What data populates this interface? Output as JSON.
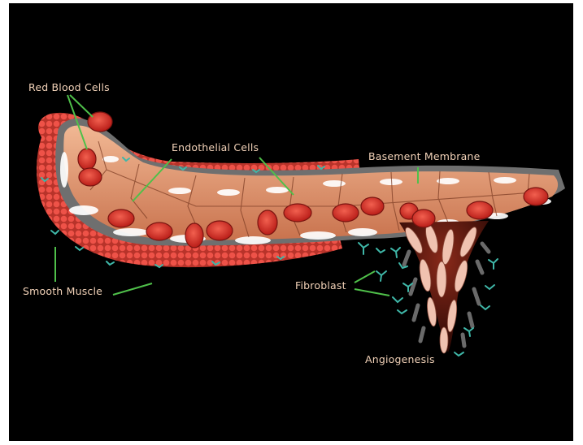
{
  "labels": {
    "red_blood_cells": "Red Blood Cells",
    "endothelial_cells": "Endothelial Cells",
    "basement_membrane": "Basement Membrane",
    "smooth_muscle": "Smooth Muscle",
    "fibroblast": "Fibroblast",
    "angiogenesis": "Angiogenesis"
  },
  "colors": {
    "background": "#000000",
    "label_text": "#f2d2b8",
    "leader_line": "#4fc04a",
    "red_blood_cell": "#e8382c",
    "endothelial_cell": "#e9a27e",
    "basement_membrane": "#6f6f6f",
    "smooth_muscle": "#e2473c",
    "fibroblast": "#3fb7a8"
  }
}
